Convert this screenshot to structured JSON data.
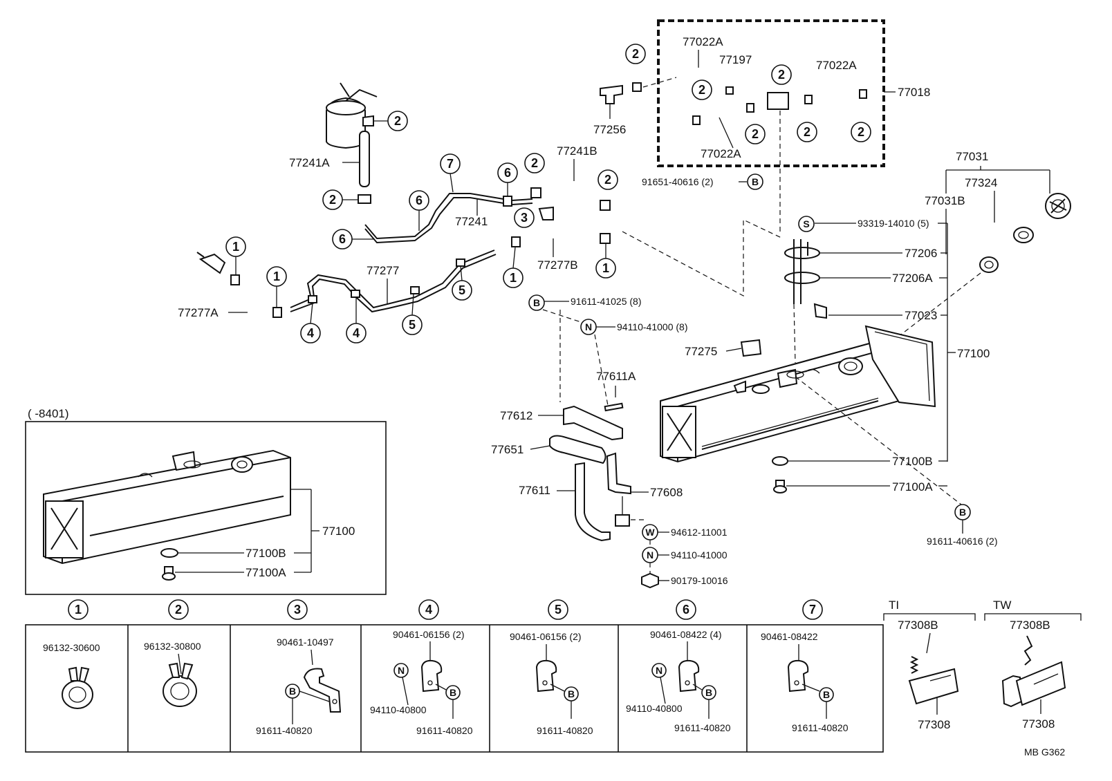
{
  "labels": {
    "p77022A_a": "77022A",
    "p77197": "77197",
    "p77022A_b": "77022A",
    "p77018": "77018",
    "p77256": "77256",
    "p77022A_c": "77022A",
    "p91651": "91651-40616 (2)",
    "p77241A": "77241A",
    "p77241B": "77241B",
    "p77241": "77241",
    "p77277": "77277",
    "p77277B": "77277B",
    "p77277A": "77277A",
    "p77031": "77031",
    "p77324": "77324",
    "p77031B": "77031B",
    "p93319": "93319-14010 (5)",
    "p77206": "77206",
    "p77206A": "77206A",
    "p77023": "77023",
    "p77100_main": "77100",
    "p77275": "77275",
    "p91611_41025": "91611-41025 (8)",
    "p94110_41000a": "94110-41000 (8)",
    "p77611A": "77611A",
    "p77612": "77612",
    "p77651": "77651",
    "p77611": "77611",
    "p77608": "77608",
    "p94612": "94612-11001",
    "p94110_41000b": "94110-41000",
    "p90179": "90179-10016",
    "p77100B_main": "77100B",
    "p77100A_main": "77100A",
    "p91611_40616": "91611-40616 (2)",
    "inset_title": "(      -8401)",
    "p77100_inset": "77100",
    "p77100B_inset": "77100B",
    "p77100A_inset": "77100A"
  },
  "callouts": {
    "c1": "1",
    "c2": "2",
    "c3": "3",
    "c4": "4",
    "c5": "5",
    "c6": "6",
    "c7": "7",
    "B": "B",
    "N": "N",
    "S": "S",
    "W": "W"
  },
  "table": {
    "cells": [
      {
        "num": "1",
        "top": "96132-30600"
      },
      {
        "num": "2",
        "top": "96132-30800"
      },
      {
        "num": "3",
        "top": "90461-10497",
        "bottom": "91611-40820"
      },
      {
        "num": "4",
        "top": "90461-06156 (2)",
        "nut": "94110-40800",
        "bottom": "91611-40820"
      },
      {
        "num": "5",
        "top": "90461-06156 (2)",
        "bottom": "91611-40820"
      },
      {
        "num": "6",
        "top": "90461-08422 (4)",
        "nut": "94110-40800",
        "bottom": "91611-40820"
      },
      {
        "num": "7",
        "top": "90461-08422",
        "bottom": "91611-40820"
      }
    ]
  },
  "variants": {
    "ti": {
      "title": "TI",
      "upper": "77308B",
      "lower": "77308"
    },
    "tw": {
      "title": "TW",
      "upper": "77308B",
      "lower": "77308"
    }
  },
  "figure_code": "MB  G362"
}
